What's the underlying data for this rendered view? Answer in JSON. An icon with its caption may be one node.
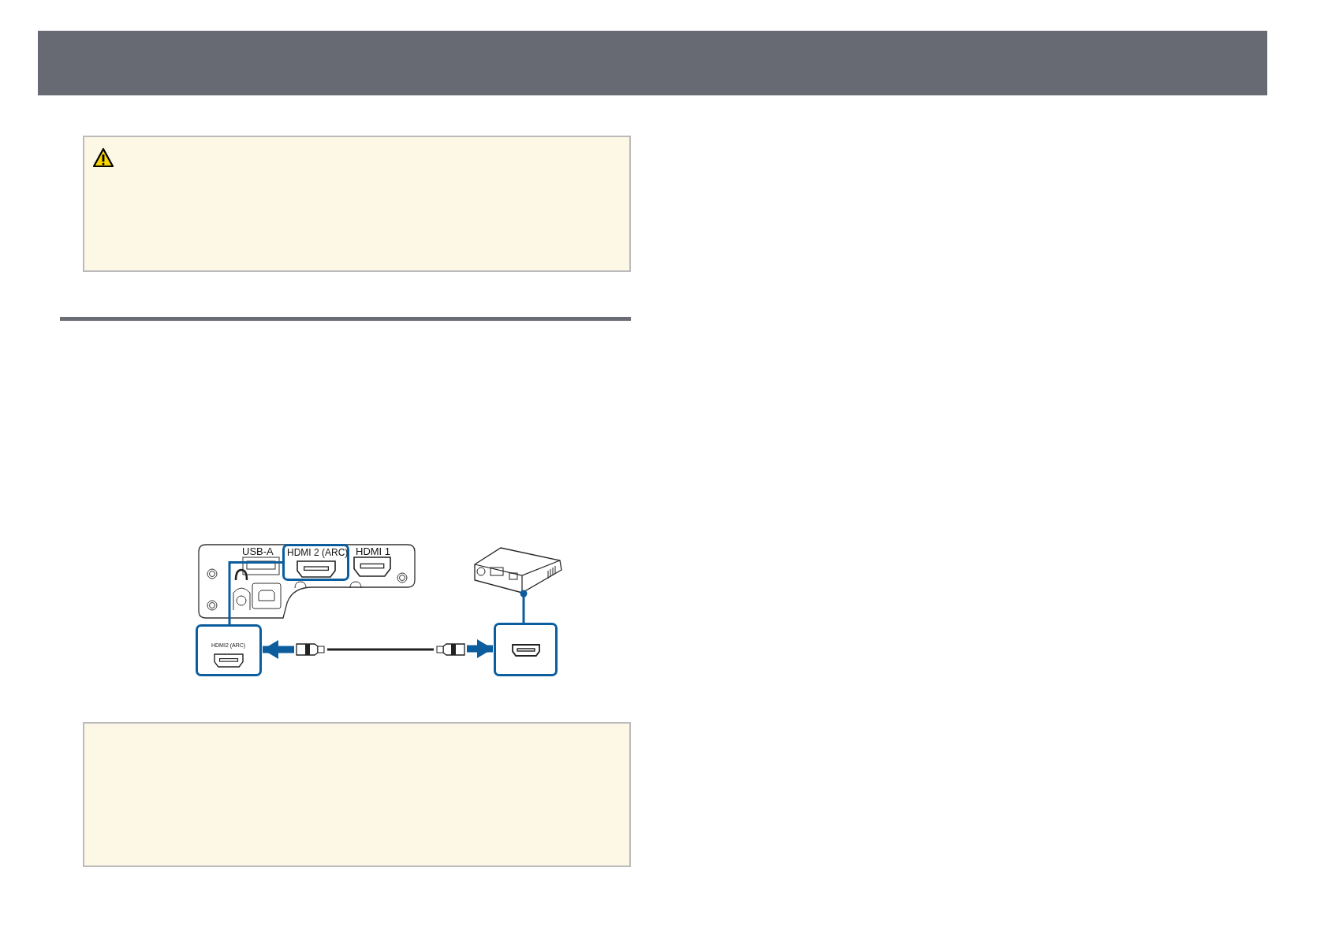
{
  "diagram": {
    "nodes": [
      {
        "text": [
          "USB-A",
          "HDMI 1"
        ]
      },
      {
        "text": [
          "HDMI 2 (ARC)"
        ],
        "in": 0
      },
      {
        "text": [
          "HDMI2 (ARC)"
        ]
      },
      {
        "text": [],
        "shape": "picture"
      },
      {
        "text": [],
        "shape": "box"
      },
      {
        "text": [],
        "shape": "picture"
      }
    ],
    "edges": [
      {
        "from": 1,
        "to": 2,
        "arrow": "none",
        "color": "#0b5d9e"
      },
      {
        "from": 3,
        "to": 4,
        "arrow": "other",
        "color": "#0b5d9e"
      },
      {
        "from": 5,
        "to": 2,
        "arrow": "to",
        "style": "thick",
        "color": "#0b5d9e"
      },
      {
        "from": 5,
        "to": 4,
        "arrow": "to",
        "style": "thick",
        "color": "#0b5d9e"
      }
    ]
  }
}
